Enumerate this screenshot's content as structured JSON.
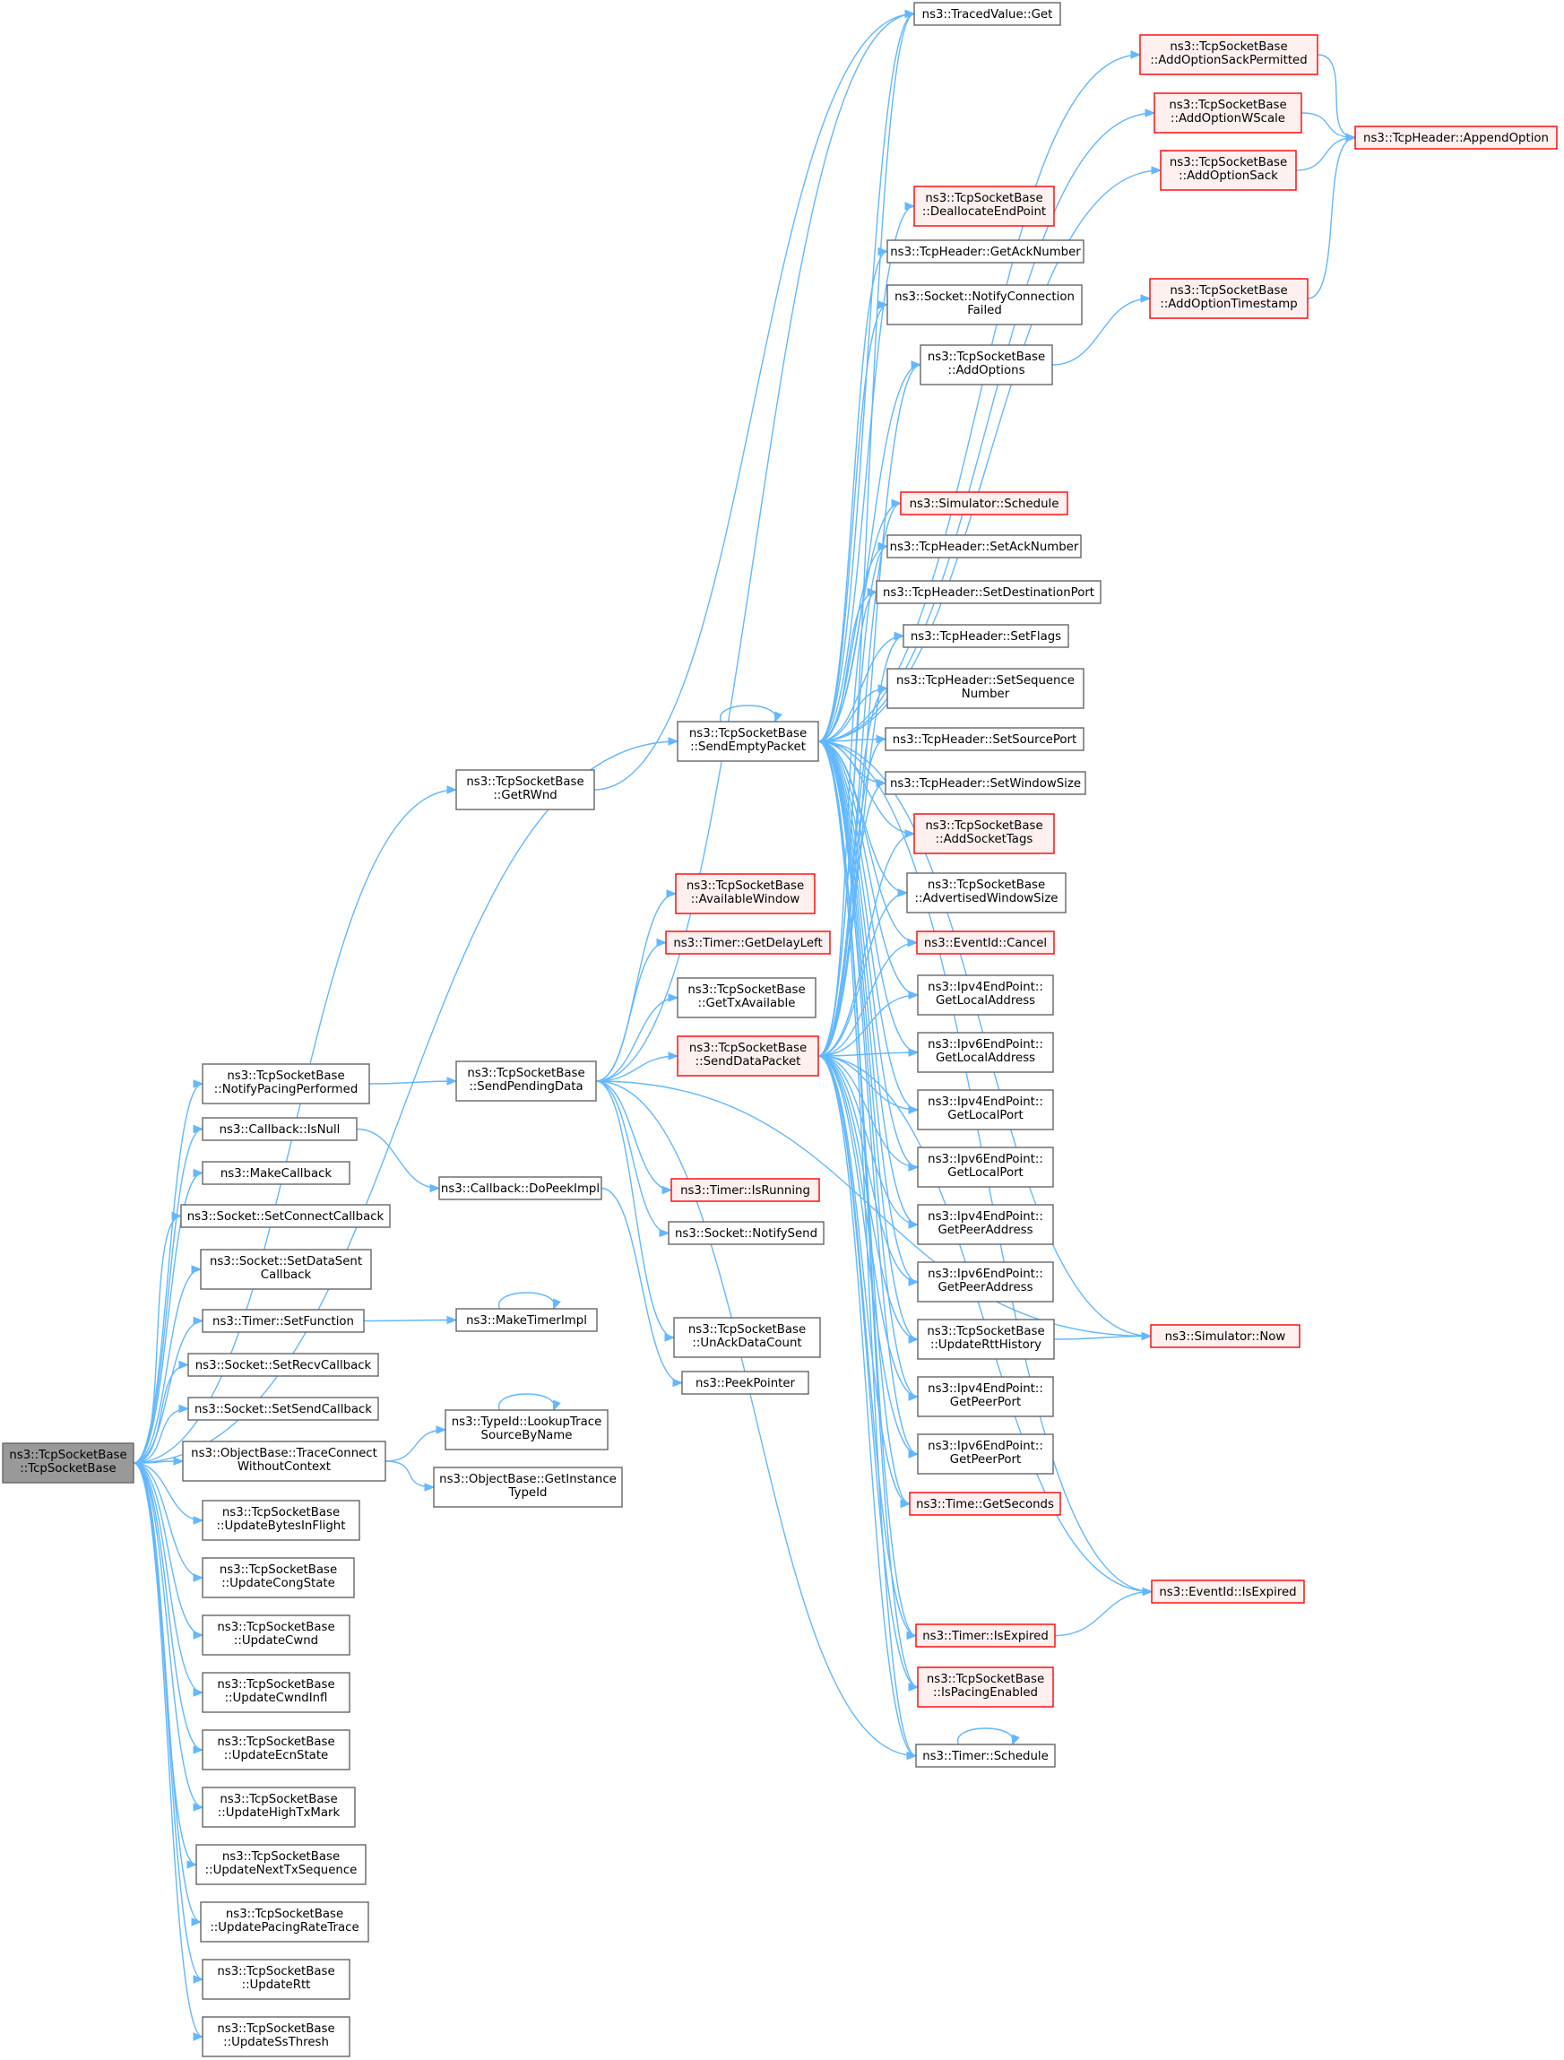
{
  "colors": {
    "edge": "#63b8ff",
    "root_fill": "#999999",
    "root_stroke": "#666666",
    "normal_fill": "#ffffff",
    "normal_stroke": "#666666",
    "red_fill": "#fff0f0",
    "red_stroke": "#ff0000"
  },
  "nodes": {
    "root": {
      "lines": [
        "ns3::TcpSocketBase",
        "::TcpSocketBase"
      ],
      "style": "root"
    },
    "getrwnd": {
      "lines": [
        "ns3::TcpSocketBase",
        "::GetRWnd"
      ],
      "style": "normal"
    },
    "notifypacing": {
      "lines": [
        "ns3::TcpSocketBase",
        "::NotifyPacingPerformed"
      ],
      "style": "normal"
    },
    "cbisnull": {
      "lines": [
        "ns3::Callback::IsNull"
      ],
      "style": "normal"
    },
    "makecallback": {
      "lines": [
        "ns3::MakeCallback"
      ],
      "style": "normal"
    },
    "setconnectcb": {
      "lines": [
        "ns3::Socket::SetConnectCallback"
      ],
      "style": "normal"
    },
    "setdatasentcb": {
      "lines": [
        "ns3::Socket::SetDataSent",
        "Callback"
      ],
      "style": "normal"
    },
    "timersetfunction": {
      "lines": [
        "ns3::Timer::SetFunction"
      ],
      "style": "normal"
    },
    "setrecvcb": {
      "lines": [
        "ns3::Socket::SetRecvCallback"
      ],
      "style": "normal"
    },
    "setsendcb": {
      "lines": [
        "ns3::Socket::SetSendCallback"
      ],
      "style": "normal"
    },
    "traceconnect": {
      "lines": [
        "ns3::ObjectBase::TraceConnect",
        "WithoutContext"
      ],
      "style": "normal"
    },
    "upd_bytesinflight": {
      "lines": [
        "ns3::TcpSocketBase",
        "::UpdateBytesInFlight"
      ],
      "style": "normal"
    },
    "upd_congstate": {
      "lines": [
        "ns3::TcpSocketBase",
        "::UpdateCongState"
      ],
      "style": "normal"
    },
    "upd_cwnd": {
      "lines": [
        "ns3::TcpSocketBase",
        "::UpdateCwnd"
      ],
      "style": "normal"
    },
    "upd_cwndinfl": {
      "lines": [
        "ns3::TcpSocketBase",
        "::UpdateCwndInfl"
      ],
      "style": "normal"
    },
    "upd_ecnstate": {
      "lines": [
        "ns3::TcpSocketBase",
        "::UpdateEcnState"
      ],
      "style": "normal"
    },
    "upd_hightxmark": {
      "lines": [
        "ns3::TcpSocketBase",
        "::UpdateHighTxMark"
      ],
      "style": "normal"
    },
    "upd_nexttxseq": {
      "lines": [
        "ns3::TcpSocketBase",
        "::UpdateNextTxSequence"
      ],
      "style": "normal"
    },
    "upd_pacingrate": {
      "lines": [
        "ns3::TcpSocketBase",
        "::UpdatePacingRateTrace"
      ],
      "style": "normal"
    },
    "upd_rtt": {
      "lines": [
        "ns3::TcpSocketBase",
        "::UpdateRtt"
      ],
      "style": "normal"
    },
    "upd_ssthresh": {
      "lines": [
        "ns3::TcpSocketBase",
        "::UpdateSsThresh"
      ],
      "style": "normal"
    },
    "sendpending": {
      "lines": [
        "ns3::TcpSocketBase",
        "::SendPendingData"
      ],
      "style": "normal"
    },
    "dopeekimpl": {
      "lines": [
        "ns3::Callback::DoPeekImpl"
      ],
      "style": "normal"
    },
    "maketimerimpl": {
      "lines": [
        "ns3::MakeTimerImpl"
      ],
      "style": "normal"
    },
    "lookuptrace": {
      "lines": [
        "ns3::TypeId::LookupTrace",
        "SourceByName"
      ],
      "style": "normal"
    },
    "getinstancetypeid": {
      "lines": [
        "ns3::ObjectBase::GetInstance",
        "TypeId"
      ],
      "style": "normal"
    },
    "sendempty": {
      "lines": [
        "ns3::TcpSocketBase",
        "::SendEmptyPacket"
      ],
      "style": "normal"
    },
    "availablewindow": {
      "lines": [
        "ns3::TcpSocketBase",
        "::AvailableWindow"
      ],
      "style": "red"
    },
    "getdelayleft": {
      "lines": [
        "ns3::Timer::GetDelayLeft"
      ],
      "style": "red"
    },
    "gettxavailable": {
      "lines": [
        "ns3::TcpSocketBase",
        "::GetTxAvailable"
      ],
      "style": "normal"
    },
    "senddatapacket": {
      "lines": [
        "ns3::TcpSocketBase",
        "::SendDataPacket"
      ],
      "style": "red"
    },
    "timerisrunning": {
      "lines": [
        "ns3::Timer::IsRunning"
      ],
      "style": "red"
    },
    "notifysend": {
      "lines": [
        "ns3::Socket::NotifySend"
      ],
      "style": "normal"
    },
    "unackdatacount": {
      "lines": [
        "ns3::TcpSocketBase",
        "::UnAckDataCount"
      ],
      "style": "normal"
    },
    "peekpointer": {
      "lines": [
        "ns3::PeekPointer"
      ],
      "style": "normal"
    },
    "tracedvalueget": {
      "lines": [
        "ns3::TracedValue::Get"
      ],
      "style": "normal"
    },
    "deallocateendpoint": {
      "lines": [
        "ns3::TcpSocketBase",
        "::DeallocateEndPoint"
      ],
      "style": "red"
    },
    "getacknumber": {
      "lines": [
        "ns3::TcpHeader::GetAckNumber"
      ],
      "style": "normal"
    },
    "notifyconnfailed": {
      "lines": [
        "ns3::Socket::NotifyConnection",
        "Failed"
      ],
      "style": "normal"
    },
    "addoptions": {
      "lines": [
        "ns3::TcpSocketBase",
        "::AddOptions"
      ],
      "style": "normal"
    },
    "simschedule": {
      "lines": [
        "ns3::Simulator::Schedule"
      ],
      "style": "red"
    },
    "setacknumber": {
      "lines": [
        "ns3::TcpHeader::SetAckNumber"
      ],
      "style": "normal"
    },
    "setdestport": {
      "lines": [
        "ns3::TcpHeader::SetDestinationPort"
      ],
      "style": "normal"
    },
    "setflags": {
      "lines": [
        "ns3::TcpHeader::SetFlags"
      ],
      "style": "normal"
    },
    "setsequence": {
      "lines": [
        "ns3::TcpHeader::SetSequence",
        "Number"
      ],
      "style": "normal"
    },
    "setsourceport": {
      "lines": [
        "ns3::TcpHeader::SetSourcePort"
      ],
      "style": "normal"
    },
    "setwindowsize": {
      "lines": [
        "ns3::TcpHeader::SetWindowSize"
      ],
      "style": "normal"
    },
    "addsockettags": {
      "lines": [
        "ns3::TcpSocketBase",
        "::AddSocketTags"
      ],
      "style": "red"
    },
    "advertisedwindow": {
      "lines": [
        "ns3::TcpSocketBase",
        "::AdvertisedWindowSize"
      ],
      "style": "normal"
    },
    "eventcancel": {
      "lines": [
        "ns3::EventId::Cancel"
      ],
      "style": "red"
    },
    "ipv4localaddr": {
      "lines": [
        "ns3::Ipv4EndPoint::",
        "GetLocalAddress"
      ],
      "style": "normal"
    },
    "ipv6localaddr": {
      "lines": [
        "ns3::Ipv6EndPoint::",
        "GetLocalAddress"
      ],
      "style": "normal"
    },
    "ipv4localport": {
      "lines": [
        "ns3::Ipv4EndPoint::",
        "GetLocalPort"
      ],
      "style": "normal"
    },
    "ipv6localport": {
      "lines": [
        "ns3::Ipv6EndPoint::",
        "GetLocalPort"
      ],
      "style": "normal"
    },
    "ipv4peeraddr": {
      "lines": [
        "ns3::Ipv4EndPoint::",
        "GetPeerAddress"
      ],
      "style": "normal"
    },
    "ipv6peeraddr": {
      "lines": [
        "ns3::Ipv6EndPoint::",
        "GetPeerAddress"
      ],
      "style": "normal"
    },
    "updatertthistory": {
      "lines": [
        "ns3::TcpSocketBase",
        "::UpdateRttHistory"
      ],
      "style": "normal"
    },
    "ipv4peerport": {
      "lines": [
        "ns3::Ipv4EndPoint::",
        "GetPeerPort"
      ],
      "style": "normal"
    },
    "ipv6peerport": {
      "lines": [
        "ns3::Ipv6EndPoint::",
        "GetPeerPort"
      ],
      "style": "normal"
    },
    "timegetseconds": {
      "lines": [
        "ns3::Time::GetSeconds"
      ],
      "style": "red"
    },
    "timerisexpired": {
      "lines": [
        "ns3::Timer::IsExpired"
      ],
      "style": "red"
    },
    "ispacingenabled": {
      "lines": [
        "ns3::TcpSocketBase",
        "::IsPacingEnabled"
      ],
      "style": "red"
    },
    "timerschedule": {
      "lines": [
        "ns3::Timer::Schedule"
      ],
      "style": "normal"
    },
    "addoptionsackperm": {
      "lines": [
        "ns3::TcpSocketBase",
        "::AddOptionSackPermitted"
      ],
      "style": "red"
    },
    "addoptionwscale": {
      "lines": [
        "ns3::TcpSocketBase",
        "::AddOptionWScale"
      ],
      "style": "red"
    },
    "addoptionsack": {
      "lines": [
        "ns3::TcpSocketBase",
        "::AddOptionSack"
      ],
      "style": "red"
    },
    "addoptiontimestamp": {
      "lines": [
        "ns3::TcpSocketBase",
        "::AddOptionTimestamp"
      ],
      "style": "red"
    },
    "simnow": {
      "lines": [
        "ns3::Simulator::Now"
      ],
      "style": "red"
    },
    "eventisexpired": {
      "lines": [
        "ns3::EventId::IsExpired"
      ],
      "style": "red"
    },
    "appendoption": {
      "lines": [
        "ns3::TcpHeader::AppendOption"
      ],
      "style": "red"
    }
  },
  "edges": [
    [
      "root",
      "getrwnd"
    ],
    [
      "root",
      "sendempty"
    ],
    [
      "root",
      "notifypacing"
    ],
    [
      "root",
      "cbisnull"
    ],
    [
      "root",
      "makecallback"
    ],
    [
      "root",
      "setconnectcb"
    ],
    [
      "root",
      "setdatasentcb"
    ],
    [
      "root",
      "timersetfunction"
    ],
    [
      "root",
      "setrecvcb"
    ],
    [
      "root",
      "setsendcb"
    ],
    [
      "root",
      "traceconnect"
    ],
    [
      "root",
      "upd_bytesinflight"
    ],
    [
      "root",
      "upd_congstate"
    ],
    [
      "root",
      "upd_cwnd"
    ],
    [
      "root",
      "upd_cwndinfl"
    ],
    [
      "root",
      "upd_ecnstate"
    ],
    [
      "root",
      "upd_hightxmark"
    ],
    [
      "root",
      "upd_nexttxseq"
    ],
    [
      "root",
      "upd_pacingrate"
    ],
    [
      "root",
      "upd_rtt"
    ],
    [
      "root",
      "upd_ssthresh"
    ],
    [
      "getrwnd",
      "tracedvalueget"
    ],
    [
      "notifypacing",
      "sendpending"
    ],
    [
      "cbisnull",
      "dopeekimpl"
    ],
    [
      "timersetfunction",
      "maketimerimpl"
    ],
    [
      "maketimerimpl",
      "maketimerimpl"
    ],
    [
      "traceconnect",
      "lookuptrace"
    ],
    [
      "traceconnect",
      "getinstancetypeid"
    ],
    [
      "lookuptrace",
      "lookuptrace"
    ],
    [
      "dopeekimpl",
      "peekpointer"
    ],
    [
      "sendpending",
      "availablewindow"
    ],
    [
      "sendpending",
      "getdelayleft"
    ],
    [
      "sendpending",
      "gettxavailable"
    ],
    [
      "sendpending",
      "senddatapacket"
    ],
    [
      "sendpending",
      "timerisrunning"
    ],
    [
      "sendpending",
      "notifysend"
    ],
    [
      "sendpending",
      "unackdatacount"
    ],
    [
      "sendpending",
      "tracedvalueget"
    ],
    [
      "sendpending",
      "simnow"
    ],
    [
      "sendpending",
      "timerschedule"
    ],
    [
      "sendempty",
      "sendempty"
    ],
    [
      "sendempty",
      "tracedvalueget"
    ],
    [
      "sendempty",
      "addoptionsackperm"
    ],
    [
      "sendempty",
      "addoptionwscale"
    ],
    [
      "sendempty",
      "addoptionsack"
    ],
    [
      "sendempty",
      "deallocateendpoint"
    ],
    [
      "sendempty",
      "getacknumber"
    ],
    [
      "sendempty",
      "notifyconnfailed"
    ],
    [
      "sendempty",
      "addoptions"
    ],
    [
      "sendempty",
      "simschedule"
    ],
    [
      "sendempty",
      "setacknumber"
    ],
    [
      "sendempty",
      "setdestport"
    ],
    [
      "sendempty",
      "setflags"
    ],
    [
      "sendempty",
      "setsequence"
    ],
    [
      "sendempty",
      "setsourceport"
    ],
    [
      "sendempty",
      "setwindowsize"
    ],
    [
      "sendempty",
      "addsockettags"
    ],
    [
      "sendempty",
      "advertisedwindow"
    ],
    [
      "sendempty",
      "eventcancel"
    ],
    [
      "sendempty",
      "ipv4localaddr"
    ],
    [
      "sendempty",
      "ipv6localaddr"
    ],
    [
      "sendempty",
      "ipv4localport"
    ],
    [
      "sendempty",
      "ipv6localport"
    ],
    [
      "sendempty",
      "ipv4peeraddr"
    ],
    [
      "sendempty",
      "ipv6peeraddr"
    ],
    [
      "sendempty",
      "updatertthistory"
    ],
    [
      "sendempty",
      "ipv4peerport"
    ],
    [
      "sendempty",
      "ipv6peerport"
    ],
    [
      "sendempty",
      "timegetseconds"
    ],
    [
      "sendempty",
      "timerisexpired"
    ],
    [
      "sendempty",
      "eventisexpired"
    ],
    [
      "sendempty",
      "simnow"
    ],
    [
      "sendempty",
      "ispacingenabled"
    ],
    [
      "sendempty",
      "timerschedule"
    ],
    [
      "senddatapacket",
      "tracedvalueget"
    ],
    [
      "senddatapacket",
      "addoptions"
    ],
    [
      "senddatapacket",
      "simschedule"
    ],
    [
      "senddatapacket",
      "setacknumber"
    ],
    [
      "senddatapacket",
      "setdestport"
    ],
    [
      "senddatapacket",
      "setflags"
    ],
    [
      "senddatapacket",
      "setsequence"
    ],
    [
      "senddatapacket",
      "setsourceport"
    ],
    [
      "senddatapacket",
      "setwindowsize"
    ],
    [
      "senddatapacket",
      "addsockettags"
    ],
    [
      "senddatapacket",
      "advertisedwindow"
    ],
    [
      "senddatapacket",
      "eventcancel"
    ],
    [
      "senddatapacket",
      "ipv4localaddr"
    ],
    [
      "senddatapacket",
      "ipv6localaddr"
    ],
    [
      "senddatapacket",
      "ipv4localport"
    ],
    [
      "senddatapacket",
      "ipv6localport"
    ],
    [
      "senddatapacket",
      "ipv4peeraddr"
    ],
    [
      "senddatapacket",
      "ipv6peeraddr"
    ],
    [
      "senddatapacket",
      "updatertthistory"
    ],
    [
      "senddatapacket",
      "ipv4peerport"
    ],
    [
      "senddatapacket",
      "ipv6peerport"
    ],
    [
      "senddatapacket",
      "timegetseconds"
    ],
    [
      "senddatapacket",
      "timerisexpired"
    ],
    [
      "senddatapacket",
      "eventisexpired"
    ],
    [
      "senddatapacket",
      "ispacingenabled"
    ],
    [
      "senddatapacket",
      "timerschedule"
    ],
    [
      "addoptions",
      "addoptiontimestamp"
    ],
    [
      "addoptionsackperm",
      "appendoption"
    ],
    [
      "addoptionwscale",
      "appendoption"
    ],
    [
      "addoptionsack",
      "appendoption"
    ],
    [
      "addoptiontimestamp",
      "appendoption"
    ],
    [
      "updatertthistory",
      "simnow"
    ],
    [
      "timerisexpired",
      "eventisexpired"
    ],
    [
      "timerschedule",
      "timerschedule"
    ]
  ]
}
